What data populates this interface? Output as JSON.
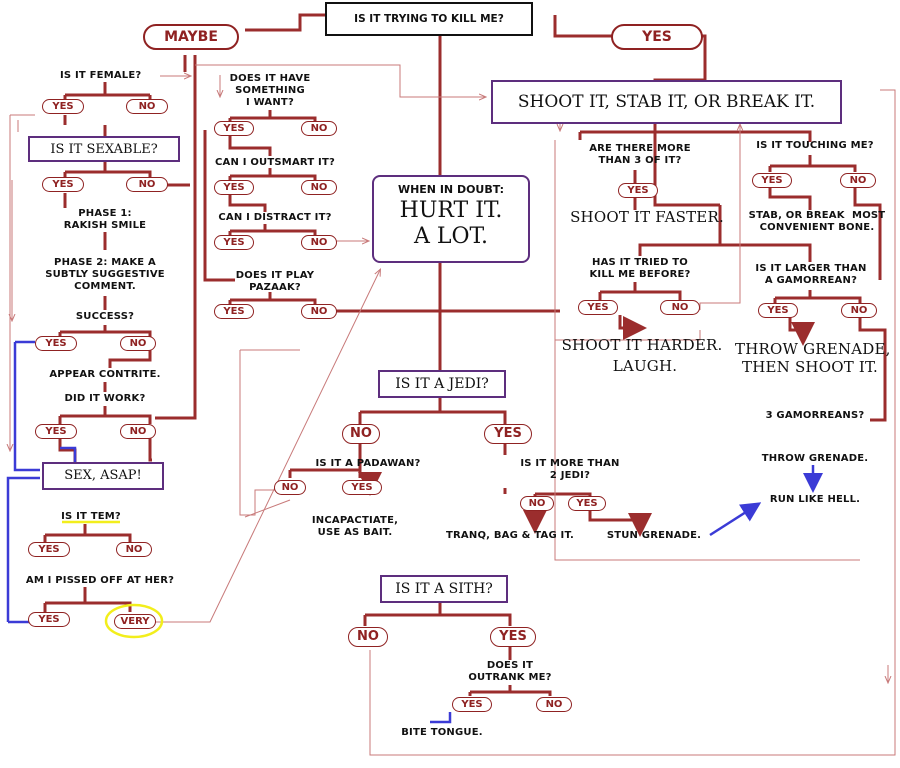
{
  "colors": {
    "line": "#9b2d2d",
    "box": "#5d2e7e",
    "blue": "#3b3bd6",
    "highlight": "#f2ee1c",
    "thin": "#c87a7a"
  },
  "root": {
    "question": "IS IT TRYING TO KILL ME?",
    "maybe": "MAYBE",
    "yes": "YES"
  },
  "maybe_branch": {
    "is_it_female": "IS IT FEMALE?",
    "female_yes": "YES",
    "female_no": "NO",
    "is_it_sexable": "IS IT SEXABLE?",
    "sexable_yes": "YES",
    "sexable_no": "NO",
    "phase1": "PHASE 1:\nRAKISH SMILE",
    "phase2": "PHASE 2: MAKE A\nSUBTLY SUGGESTIVE\nCOMMENT.",
    "success": "SUCCESS?",
    "success_yes": "YES",
    "success_no": "NO",
    "appear_contrite": "APPEAR CONTRITE.",
    "did_it_work": "DID IT WORK?",
    "work_yes": "YES",
    "work_no": "NO",
    "sex_asap": "SEX, ASAP!",
    "is_it_tem": "IS IT TEM?",
    "tem_yes": "YES",
    "tem_no": "NO",
    "pissed_off": "AM I PISSED OFF AT HER?",
    "pissed_yes": "YES",
    "pissed_very": "VERY",
    "does_it_have": "DOES IT HAVE\nSOMETHING\nI WANT?",
    "want_yes": "YES",
    "want_no": "NO",
    "outsmart": "CAN I OUTSMART IT?",
    "outsmart_yes": "YES",
    "outsmart_no": "NO",
    "distract": "CAN I DISTRACT IT?",
    "distract_yes": "YES",
    "distract_no": "NO",
    "pazaak": "DOES IT PLAY\nPAZAAK?",
    "pazaak_yes": "YES",
    "pazaak_no": "NO"
  },
  "center": {
    "when_in_doubt": "WHEN IN DOUBT:",
    "hurt_it": "HURT IT.",
    "a_lot": "A LOT.",
    "is_it_a_jedi": "IS IT A JEDI?",
    "jedi_no": "NO",
    "jedi_yes": "YES",
    "is_it_a_padawan": "IS IT A PADAWAN?",
    "padawan_no": "NO",
    "padawan_yes": "YES",
    "incapacitate": "INCAPACTIATE,\nUSE AS BAIT.",
    "more_than_2": "IS IT MORE THAN\n2 JEDI?",
    "two_no": "NO",
    "two_yes": "YES",
    "tranq": "TRANQ, BAG & TAG IT.",
    "stun": "STUN GRENADE.",
    "is_it_a_sith": "IS IT A SITH?",
    "sith_no": "NO",
    "sith_yes": "YES",
    "outrank": "DOES IT\nOUTRANK ME?",
    "outrank_yes": "YES",
    "outrank_no": "NO",
    "bite_tongue": "BITE TONGUE."
  },
  "yes_branch": {
    "shoot_stab_break": "SHOOT IT, STAB IT, OR BREAK IT.",
    "more_than_3": "ARE THERE MORE\nTHAN 3 OF IT?",
    "three_yes": "YES",
    "shoot_faster": "SHOOT IT FASTER.",
    "touching_me": "IS IT TOUCHING ME?",
    "touch_yes": "YES",
    "touch_no": "NO",
    "stab_break_bone": "STAB, OR BREAK  MOST\nCONVENIENT BONE.",
    "tried_to_kill": "HAS IT TRIED TO\nKILL ME BEFORE?",
    "tried_yes": "YES",
    "tried_no": "NO",
    "shoot_harder": "SHOOT IT HARDER.",
    "laugh": "LAUGH.",
    "larger_than_gamorrean": "IS IT LARGER THAN\nA GAMORREAN?",
    "larger_yes": "YES",
    "larger_no": "NO",
    "throw_grenade_shoot": "THROW GRENADE,\nTHEN SHOOT IT.",
    "three_gamorreans": "3 GAMORREANS?",
    "throw_grenade": "THROW GRENADE.",
    "run_like_hell": "RUN LIKE HELL."
  }
}
